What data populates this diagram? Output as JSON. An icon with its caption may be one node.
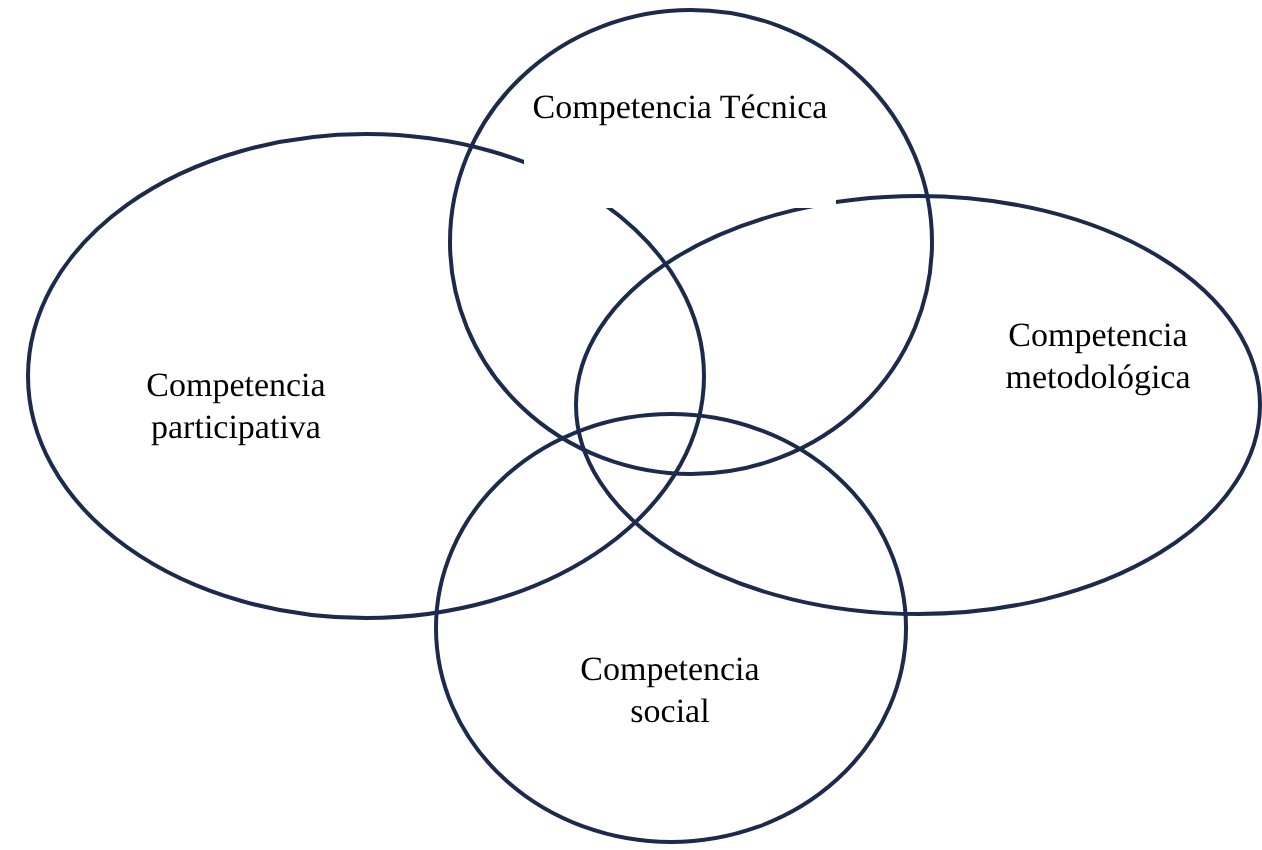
{
  "diagram": {
    "nodes": [
      {
        "text": [
          "Competencia Técnica"
        ]
      },
      {
        "text": [
          "Competencia participativa"
        ]
      },
      {
        "text": [
          "Competencia metodológica"
        ]
      },
      {
        "text": [
          "Competencia social"
        ]
      }
    ]
  }
}
